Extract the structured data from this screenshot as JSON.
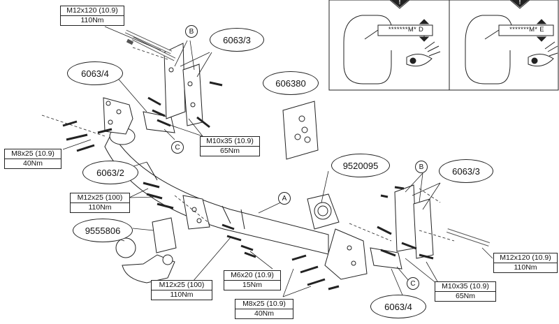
{
  "torque_boxes": [
    {
      "id": "m12x120-top",
      "spec": "M12x120 (10.9)",
      "torque": "110Nm"
    },
    {
      "id": "m8x25-left",
      "spec": "M8x25 (10.9)",
      "torque": "40Nm"
    },
    {
      "id": "m10x35-top",
      "spec": "M10x35 (10.9)",
      "torque": "65Nm"
    },
    {
      "id": "m12x25-100-upper",
      "spec": "M12x25 (100)",
      "torque": "110Nm"
    },
    {
      "id": "m12x25-100-lower",
      "spec": "M12x25 (100)",
      "torque": "110Nm"
    },
    {
      "id": "m6x20",
      "spec": "M6x20 (10.9)",
      "torque": "15Nm"
    },
    {
      "id": "m8x25-bottom",
      "spec": "M8x25 (10.9)",
      "torque": "40Nm"
    },
    {
      "id": "m12x120-right",
      "spec": "M12x120 (10.9)",
      "torque": "110Nm"
    },
    {
      "id": "m10x35-right",
      "spec": "M10x35 (10.9)",
      "torque": "65Nm"
    }
  ],
  "part_labels": [
    {
      "id": "6063-3-top",
      "text": "6063/3"
    },
    {
      "id": "6063-4-top",
      "text": "6063/4"
    },
    {
      "id": "606380",
      "text": "606380"
    },
    {
      "id": "6063-2",
      "text": "6063/2"
    },
    {
      "id": "9520095",
      "text": "9520095"
    },
    {
      "id": "6063-3-right",
      "text": "6063/3"
    },
    {
      "id": "9555806",
      "text": "9555806"
    },
    {
      "id": "6063-4-bottom",
      "text": "6063/4"
    }
  ],
  "callouts": [
    {
      "id": "b-top",
      "text": "B"
    },
    {
      "id": "c-top",
      "text": "C"
    },
    {
      "id": "a-mid",
      "text": "A"
    },
    {
      "id": "b-right",
      "text": "B"
    },
    {
      "id": "c-bottom",
      "text": "C"
    }
  ],
  "plates": [
    {
      "id": "plate-d",
      "text": "*******M* D",
      "warning": "!"
    },
    {
      "id": "plate-e",
      "text": "*******M* E",
      "warning": "!"
    }
  ]
}
